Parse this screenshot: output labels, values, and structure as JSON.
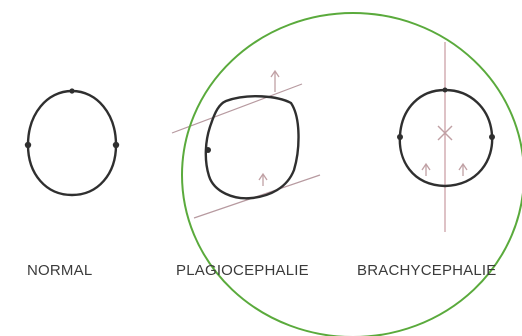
{
  "labels": {
    "normal": "NORMAL",
    "plagiocephalie": "PLAGIOCEPHALIE",
    "brachycephalie": "BRACHYCEPHALIE"
  },
  "colors": {
    "outline": "#2f2f2f",
    "guide": "#b79aa0",
    "highlight_circle": "#5aaa3c",
    "text": "#3b3b3b"
  },
  "icons": [
    "ear-marker-icon",
    "arrow-up-icon",
    "cross-mark-icon"
  ]
}
